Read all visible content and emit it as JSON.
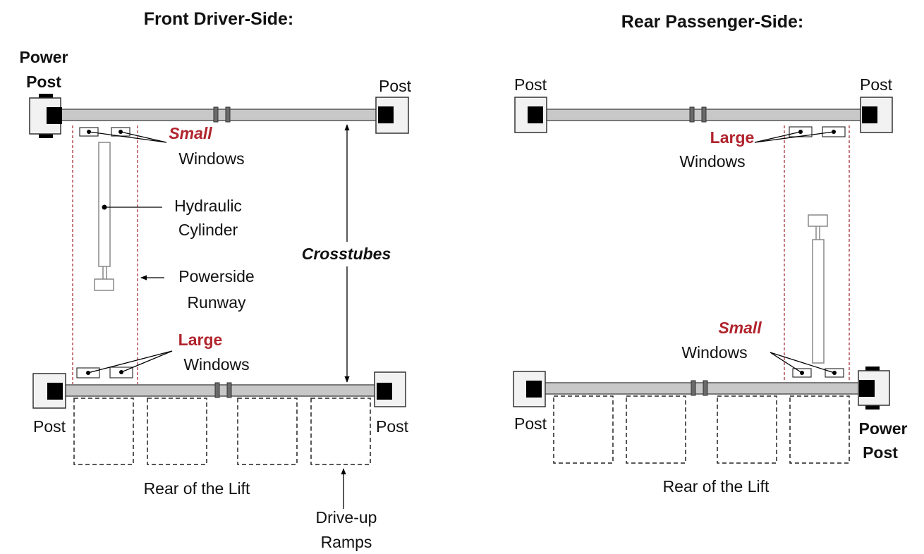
{
  "left_panel": {
    "title": "Front Driver-Side:",
    "power_post_line1": "Power",
    "power_post_line2": "Post",
    "post_top_right": "Post",
    "post_bottom_left": "Post",
    "post_bottom_right": "Post",
    "small_label": "Small",
    "small_windows_label": "Windows",
    "hydraulic_line1": "Hydraulic",
    "hydraulic_line2": "Cylinder",
    "powerside_line1": "Powerside",
    "powerside_line2": "Runway",
    "crosstubes_label": "Crosstubes",
    "large_label": "Large",
    "large_windows_label": "Windows",
    "rear_label": "Rear of the Lift",
    "ramps_line1": "Drive-up",
    "ramps_line2": "Ramps"
  },
  "right_panel": {
    "title": "Rear Passenger-Side:",
    "post_top_left": "Post",
    "post_top_right": "Post",
    "large_label": "Large",
    "large_windows_label": "Windows",
    "small_label": "Small",
    "small_windows_label": "Windows",
    "post_bottom_left": "Post",
    "power_post_line1": "Power",
    "power_post_line2": "Post",
    "rear_label": "Rear of the Lift"
  },
  "colors": {
    "accent_red": "#b1252e",
    "tube_gray": "#c8c8c8"
  }
}
